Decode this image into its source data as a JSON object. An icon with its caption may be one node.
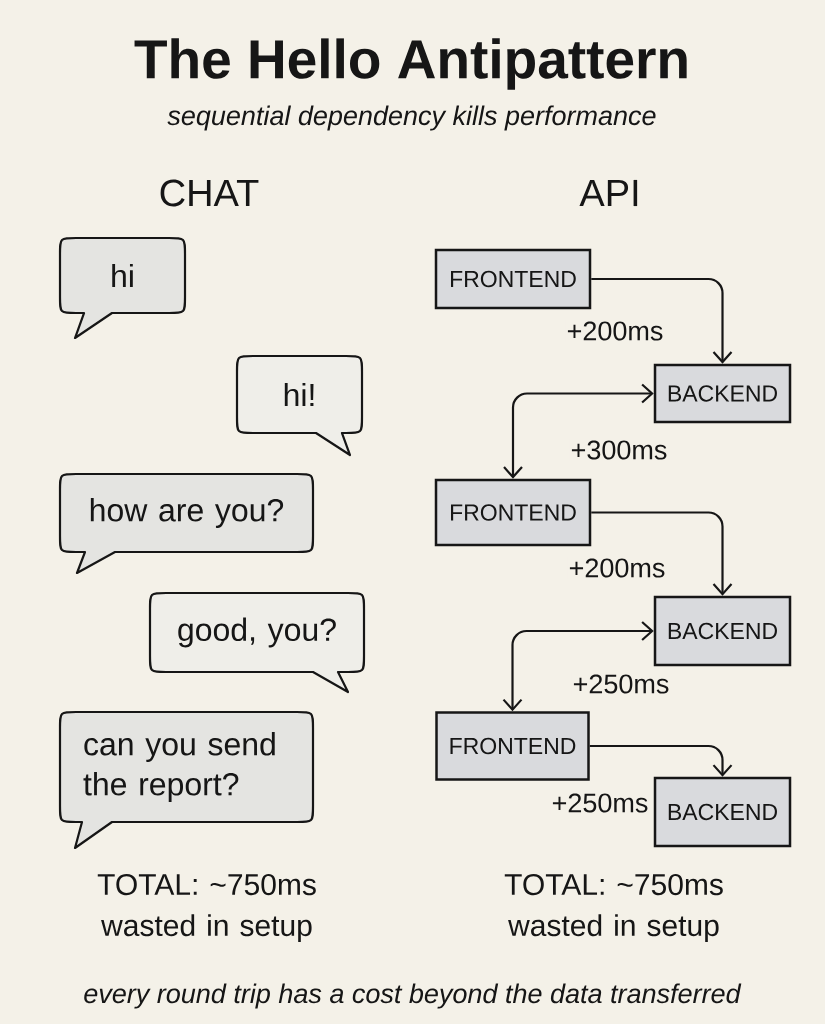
{
  "diagram": {
    "title": "The Hello Antipattern",
    "caption": "every round trip has a cost beyond the data transferred",
    "nodes": [
      {
        "text": [
          "hi"
        ]
      },
      {
        "text": [
          "hi!"
        ]
      },
      {
        "text": [
          "how are you?"
        ]
      },
      {
        "text": [
          "good, you?"
        ]
      },
      {
        "text": [
          "can you send the report?"
        ]
      },
      {
        "text": [
          "FRONTEND"
        ]
      },
      {
        "text": [
          "BACKEND"
        ]
      },
      {
        "text": [
          "FRONTEND"
        ]
      },
      {
        "text": [
          "BACKEND"
        ]
      },
      {
        "text": [
          "FRONTEND"
        ]
      },
      {
        "text": [
          "BACKEND"
        ]
      }
    ],
    "edges": [
      {
        "from": 5,
        "to": 6,
        "arrow": "to",
        "label": "+200ms"
      },
      {
        "from": 6,
        "to": 7,
        "arrow": "both",
        "label": "+300ms"
      },
      {
        "from": 7,
        "to": 8,
        "arrow": "to",
        "label": "+200ms"
      },
      {
        "from": 8,
        "to": 9,
        "arrow": "both",
        "label": "+250ms"
      },
      {
        "from": 9,
        "to": 10,
        "arrow": "to",
        "label": "+250ms"
      }
    ],
    "labels": [
      "sequential dependency kills performance",
      "CHAT",
      "API",
      "TOTAL: ~750ms wasted in setup",
      "TOTAL: ~750ms wasted in setup"
    ]
  }
}
